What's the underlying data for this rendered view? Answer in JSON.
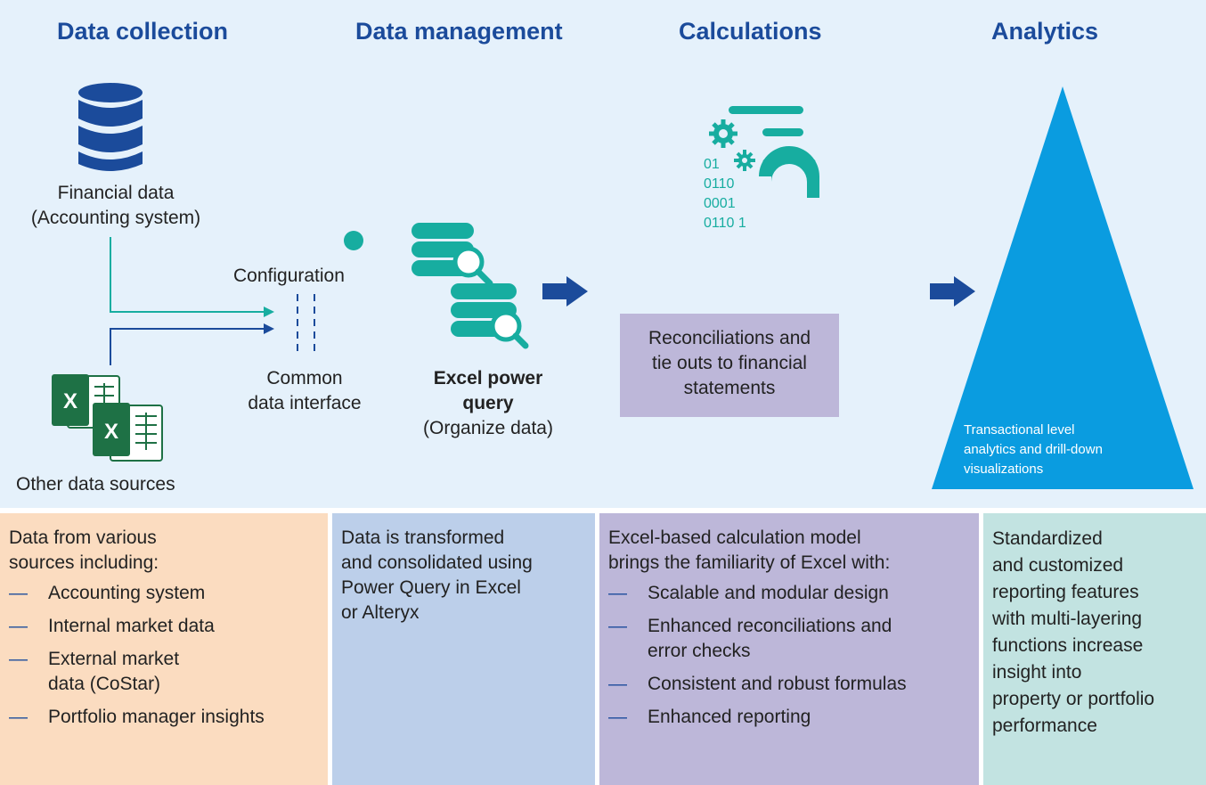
{
  "colors": {
    "navy": "#1b4b9b",
    "teal": "#17ada0",
    "excel_green": "#1e7145",
    "triangle_blue": "#0a9ce0",
    "top_panel": "#e5f1fb",
    "peach": "#fbdcc0",
    "light_blue": "#bccfea",
    "lavender": "#bdb7d9",
    "mint": "#c2e3e1"
  },
  "headings": {
    "collection": "Data collection",
    "management": "Data management",
    "calculations": "Calculations",
    "analytics": "Analytics"
  },
  "diagram": {
    "financial_data": [
      "Financial data",
      "(Accounting system)"
    ],
    "other_data_sources": "Other data sources",
    "configuration": "Configuration",
    "common_data_interface": [
      "Common",
      "data interface"
    ],
    "excel_power_query": [
      "Excel power",
      "query"
    ],
    "organize_data": "(Organize data)",
    "binary_lines": [
      "01",
      "0110",
      "0001",
      "0110 1"
    ],
    "reconciliations": [
      "Reconciliations and",
      "tie outs to financial",
      "statements"
    ],
    "triangle_text": [
      "Transactional level",
      "analytics and drill-down",
      "visualizations"
    ],
    "icons": [
      "database-icon",
      "excel-icon",
      "power-query-icon",
      "calculation-gears-icon",
      "arrow-right-icon"
    ]
  },
  "bottom": {
    "collection": {
      "intro": [
        "Data from various",
        "sources including:"
      ],
      "items": [
        [
          "Accounting system"
        ],
        [
          "Internal market data"
        ],
        [
          "External market",
          "data (CoStar)"
        ],
        [
          "Portfolio manager insights"
        ]
      ]
    },
    "management": {
      "intro": [
        "Data is transformed",
        "and consolidated using",
        "Power Query in Excel",
        "or Alteryx"
      ]
    },
    "calculations": {
      "intro": [
        "Excel-based calculation model",
        "brings the familiarity of Excel with:"
      ],
      "items": [
        [
          "Scalable and modular design"
        ],
        [
          "Enhanced reconciliations and",
          "error checks"
        ],
        [
          "Consistent and robust formulas"
        ],
        [
          "Enhanced reporting"
        ]
      ]
    },
    "analytics": {
      "intro": [
        "Standardized",
        "and customized",
        "reporting features",
        "with multi-layering",
        "functions increase",
        "insight into",
        "property or portfolio",
        "performance"
      ]
    }
  }
}
